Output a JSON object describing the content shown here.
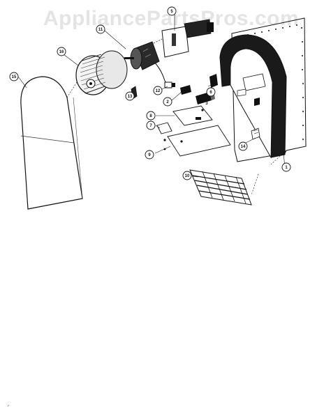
{
  "watermark": "AppliancePartsPros.com",
  "callouts": {
    "c1": "1",
    "c2": "2",
    "c3": "3",
    "c5": "5",
    "c6": "6",
    "c7": "7",
    "c8": "8",
    "c9": "9",
    "c10": "10",
    "c11": "11",
    "c12": "12",
    "c13": "13",
    "c14": "14",
    "c15": "15",
    "c16": "16"
  }
}
